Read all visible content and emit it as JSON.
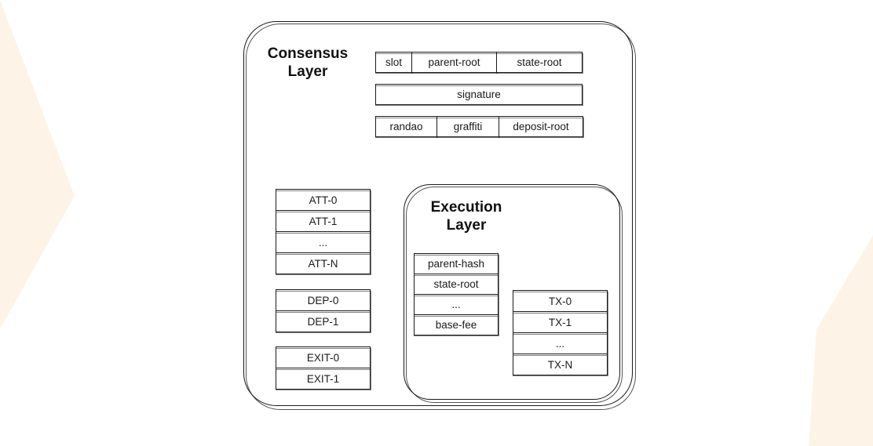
{
  "colors": {
    "stroke": "#1a1a1a",
    "background": "#ffffff",
    "accent_tint": "#fdf3e4"
  },
  "consensus": {
    "title_line1": "Consensus",
    "title_line2": "Layer",
    "header_row1": [
      "slot",
      "parent-root",
      "state-root"
    ],
    "signature": "signature",
    "header_row3": [
      "randao",
      "graffiti",
      "deposit-root"
    ],
    "attestations": [
      "ATT-0",
      "ATT-1",
      "...",
      "ATT-N"
    ],
    "deposits": [
      "DEP-0",
      "DEP-1"
    ],
    "exits": [
      "EXIT-0",
      "EXIT-1"
    ]
  },
  "execution": {
    "title_line1": "Execution",
    "title_line2": "Layer",
    "header_fields": [
      "parent-hash",
      "state-root",
      "...",
      "base-fee"
    ],
    "transactions": [
      "TX-0",
      "TX-1",
      "...",
      "TX-N"
    ]
  }
}
